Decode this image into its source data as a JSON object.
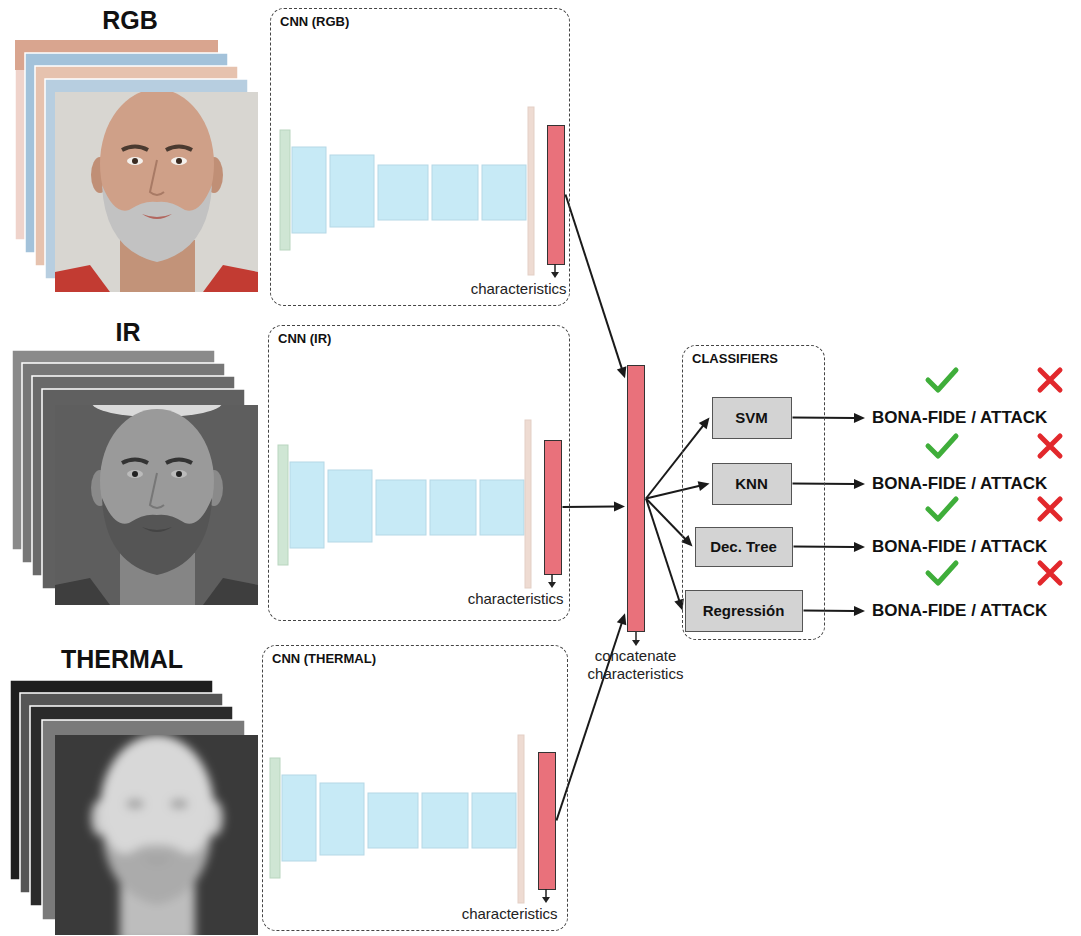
{
  "diagram": {
    "nodes": [
      {
        "text": [
          "CNN (RGB)"
        ]
      },
      {
        "text": [
          "characteristics"
        ],
        "in": 0
      },
      {
        "text": [
          "CNN (IR)"
        ]
      },
      {
        "text": [
          "characteristics"
        ],
        "in": 2
      },
      {
        "text": [
          "CNN (THERMAL)"
        ]
      },
      {
        "text": [
          "characteristics"
        ],
        "in": 4
      },
      {
        "text": [
          "concatenate characteristics"
        ]
      },
      {
        "text": [
          "CLASSIFIERS"
        ]
      },
      {
        "text": [
          "SVM"
        ],
        "in": 7
      },
      {
        "text": [
          "KNN"
        ],
        "in": 7
      },
      {
        "text": [
          "Dec. Tree"
        ],
        "in": 7
      },
      {
        "text": [
          "Regressión"
        ],
        "in": 7
      },
      {
        "text": [
          "BONA-FIDE / ATTACK"
        ]
      },
      {
        "text": [
          "BONA-FIDE / ATTACK"
        ]
      },
      {
        "text": [
          "BONA-FIDE / ATTACK"
        ]
      },
      {
        "text": [
          "BONA-FIDE / ATTACK"
        ]
      }
    ],
    "edges": [
      {
        "from": 1,
        "to": 6,
        "arrow": "to"
      },
      {
        "from": 3,
        "to": 6,
        "arrow": "to"
      },
      {
        "from": 5,
        "to": 6,
        "arrow": "to"
      },
      {
        "from": 6,
        "to": 8,
        "arrow": "to"
      },
      {
        "from": 6,
        "to": 9,
        "arrow": "to"
      },
      {
        "from": 6,
        "to": 10,
        "arrow": "to"
      },
      {
        "from": 6,
        "to": 11,
        "arrow": "to"
      },
      {
        "from": 8,
        "to": 12,
        "arrow": "to"
      },
      {
        "from": 9,
        "to": 13,
        "arrow": "to"
      },
      {
        "from": 10,
        "to": 14,
        "arrow": "to"
      },
      {
        "from": 11,
        "to": 15,
        "arrow": "to"
      }
    ],
    "labels": [
      "RGB",
      "IR",
      "THERMAL"
    ]
  }
}
